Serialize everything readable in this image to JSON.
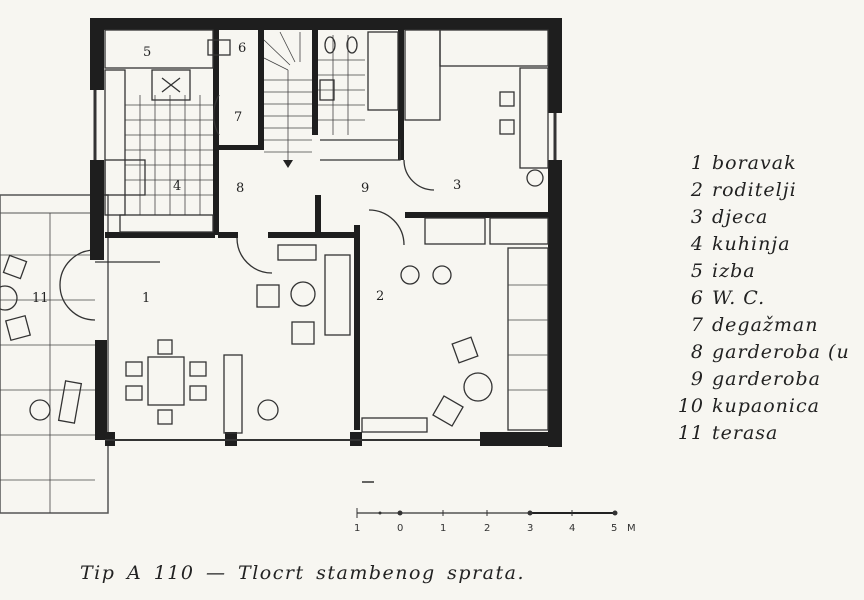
{
  "plan": {
    "room_labels": {
      "r1": "1",
      "r2": "2",
      "r3": "3",
      "r4": "4",
      "r5": "5",
      "r6": "6",
      "r7": "7",
      "r8": "8",
      "r9": "9",
      "r11": "11"
    },
    "scale": {
      "ticks": [
        "1",
        "0",
        "1",
        "2",
        "3",
        "4",
        "5"
      ],
      "unit": "M"
    }
  },
  "legend": [
    {
      "num": "1",
      "label": "boravak"
    },
    {
      "num": "2",
      "label": "roditelji"
    },
    {
      "num": "3",
      "label": "djeca"
    },
    {
      "num": "4",
      "label": "kuhinja"
    },
    {
      "num": "5",
      "label": "izba"
    },
    {
      "num": "6",
      "label": "W. C."
    },
    {
      "num": "7",
      "label": "degažman"
    },
    {
      "num": "8",
      "label": "garderoba (u"
    },
    {
      "num": "9",
      "label": "garderoba"
    },
    {
      "num": "10",
      "label": "kupaonica"
    },
    {
      "num": "11",
      "label": "terasa"
    }
  ],
  "caption": "Tip A 110 — Tlocrt stambenog sprata."
}
